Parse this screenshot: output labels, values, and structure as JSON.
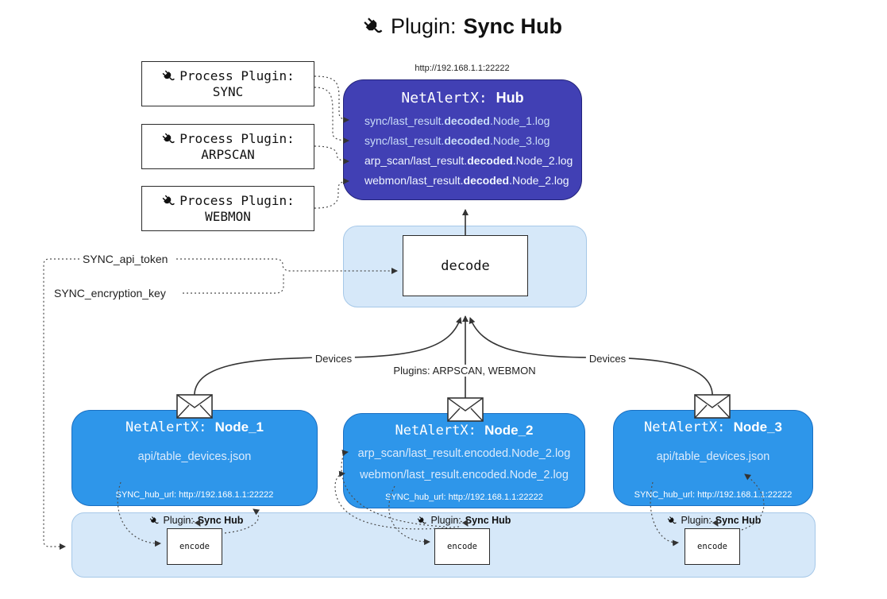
{
  "title": {
    "label": "Plugin:",
    "name": "Sync Hub"
  },
  "process_plugins": {
    "label": "Process Plugin:",
    "items": [
      {
        "name": "SYNC"
      },
      {
        "name": "ARPSCAN"
      },
      {
        "name": "WEBMON"
      }
    ]
  },
  "hub": {
    "url": "http://192.168.1.1:22222",
    "title_label": "NetAlertX:",
    "title_name": "Hub",
    "entries": [
      {
        "pre": "sync/last_result.",
        "bold": "decoded",
        "post": ".Node_1.log"
      },
      {
        "pre": "sync/last_result.",
        "bold": "decoded",
        "post": ".Node_3.log"
      },
      {
        "pre": "arp_scan/last_result.",
        "bold": "decoded",
        "post": ".Node_2.log"
      },
      {
        "pre": "webmon/last_result.",
        "bold": "decoded",
        "post": ".Node_2.log"
      }
    ]
  },
  "decode": {
    "label": "decode"
  },
  "config": {
    "api_token": "SYNC_api_token",
    "encryption_key": "SYNC_encryption_key"
  },
  "edge_labels": {
    "left": "Devices",
    "center": "Plugins: ARPSCAN, WEBMON",
    "right": "Devices"
  },
  "nodes": [
    {
      "title_label": "NetAlertX:",
      "title_name": "Node_1",
      "files": [
        "api/table_devices.json"
      ],
      "footer": "SYNC_hub_url: http://192.168.1.1:22222"
    },
    {
      "title_label": "NetAlertX:",
      "title_name": "Node_2",
      "files": [
        "arp_scan/last_result.encoded.Node_2.log",
        "webmon/last_result.encoded.Node_2.log"
      ],
      "footer": "SYNC_hub_url: http://192.168.1.1:22222"
    },
    {
      "title_label": "NetAlertX:",
      "title_name": "Node_3",
      "files": [
        "api/table_devices.json"
      ],
      "footer": "SYNC_hub_url: http://192.168.1.1:22222"
    }
  ],
  "encode_band": {
    "plugin_label": "Plugin:",
    "plugin_name": "Sync Hub",
    "encode_label": "encode"
  },
  "colors": {
    "hub_fill": "#4140b4",
    "node_fill": "#2e96ea",
    "panel_fill": "#d6e8f9",
    "line": "#333333"
  }
}
